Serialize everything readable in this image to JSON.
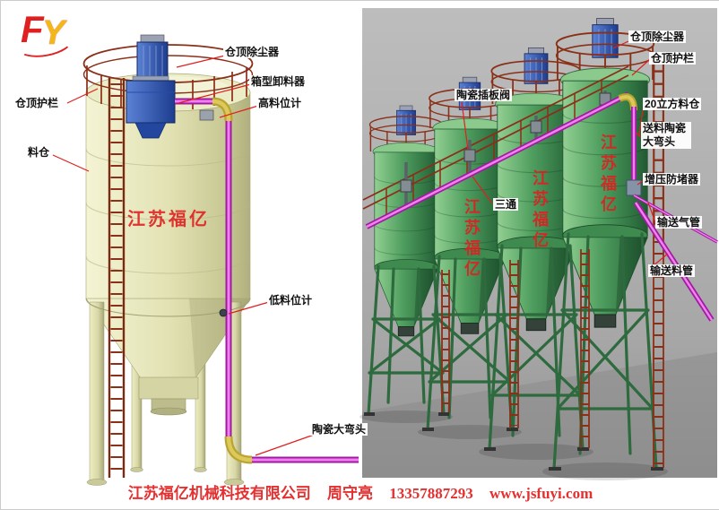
{
  "logo": {
    "f": "F",
    "y": "Y"
  },
  "watermark": "江苏福亿",
  "left_panel": {
    "labels": {
      "dust_collector": "仓顶除尘器",
      "box_discharger": "箱型卸料器",
      "high_level_gauge": "高料位计",
      "top_guardrail": "仓顶护栏",
      "silo": "料仓",
      "low_level_gauge": "低料位计",
      "ceramic_elbow": "陶瓷大弯头"
    }
  },
  "right_panel": {
    "labels": {
      "ceramic_gate_valve": "陶瓷插板阀",
      "dust_collector": "仓顶除尘器",
      "top_guardrail": "仓顶护栏",
      "silo_20m3": "20立方料仓",
      "feed_ceramic_elbow": "送料陶瓷大弯头",
      "tee_joint": "三通",
      "booster_anti_clog": "增压防堵器",
      "air_pipe": "输送气管",
      "material_pipe": "输送料管"
    }
  },
  "footer": {
    "company": "江苏福亿机械科技有限公司",
    "contact": "周守亮",
    "phone": "13357887293",
    "website": "www.jsfuyi.com"
  },
  "colors": {
    "accent_red": "#e02020",
    "pipe_magenta": "#cc3fcc",
    "silo_green": "#4f9e5f",
    "silo_cream": "#e2e2b4"
  }
}
